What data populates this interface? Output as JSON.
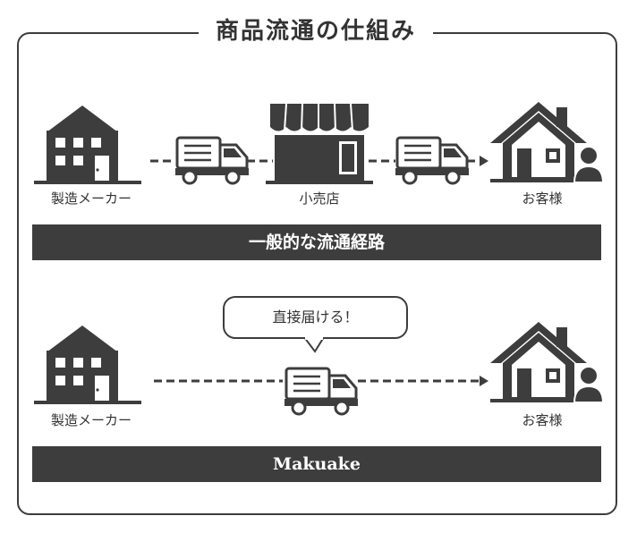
{
  "title": "商品流通の仕組み",
  "section1": {
    "maker_label": "製造メーカー",
    "retail_label": "小売店",
    "customer_label": "お客様",
    "bar_label": "一般的な流通経路"
  },
  "section2": {
    "maker_label": "製造メーカー",
    "customer_label": "お客様",
    "bubble_text": "直接届ける！",
    "bar_label": "Makuake"
  },
  "colors": {
    "dark": "#3d3d3d",
    "background": "#ffffff"
  },
  "icons": [
    "factory-icon",
    "truck-icon",
    "store-icon",
    "house-icon",
    "person-icon",
    "arrow-icon"
  ]
}
